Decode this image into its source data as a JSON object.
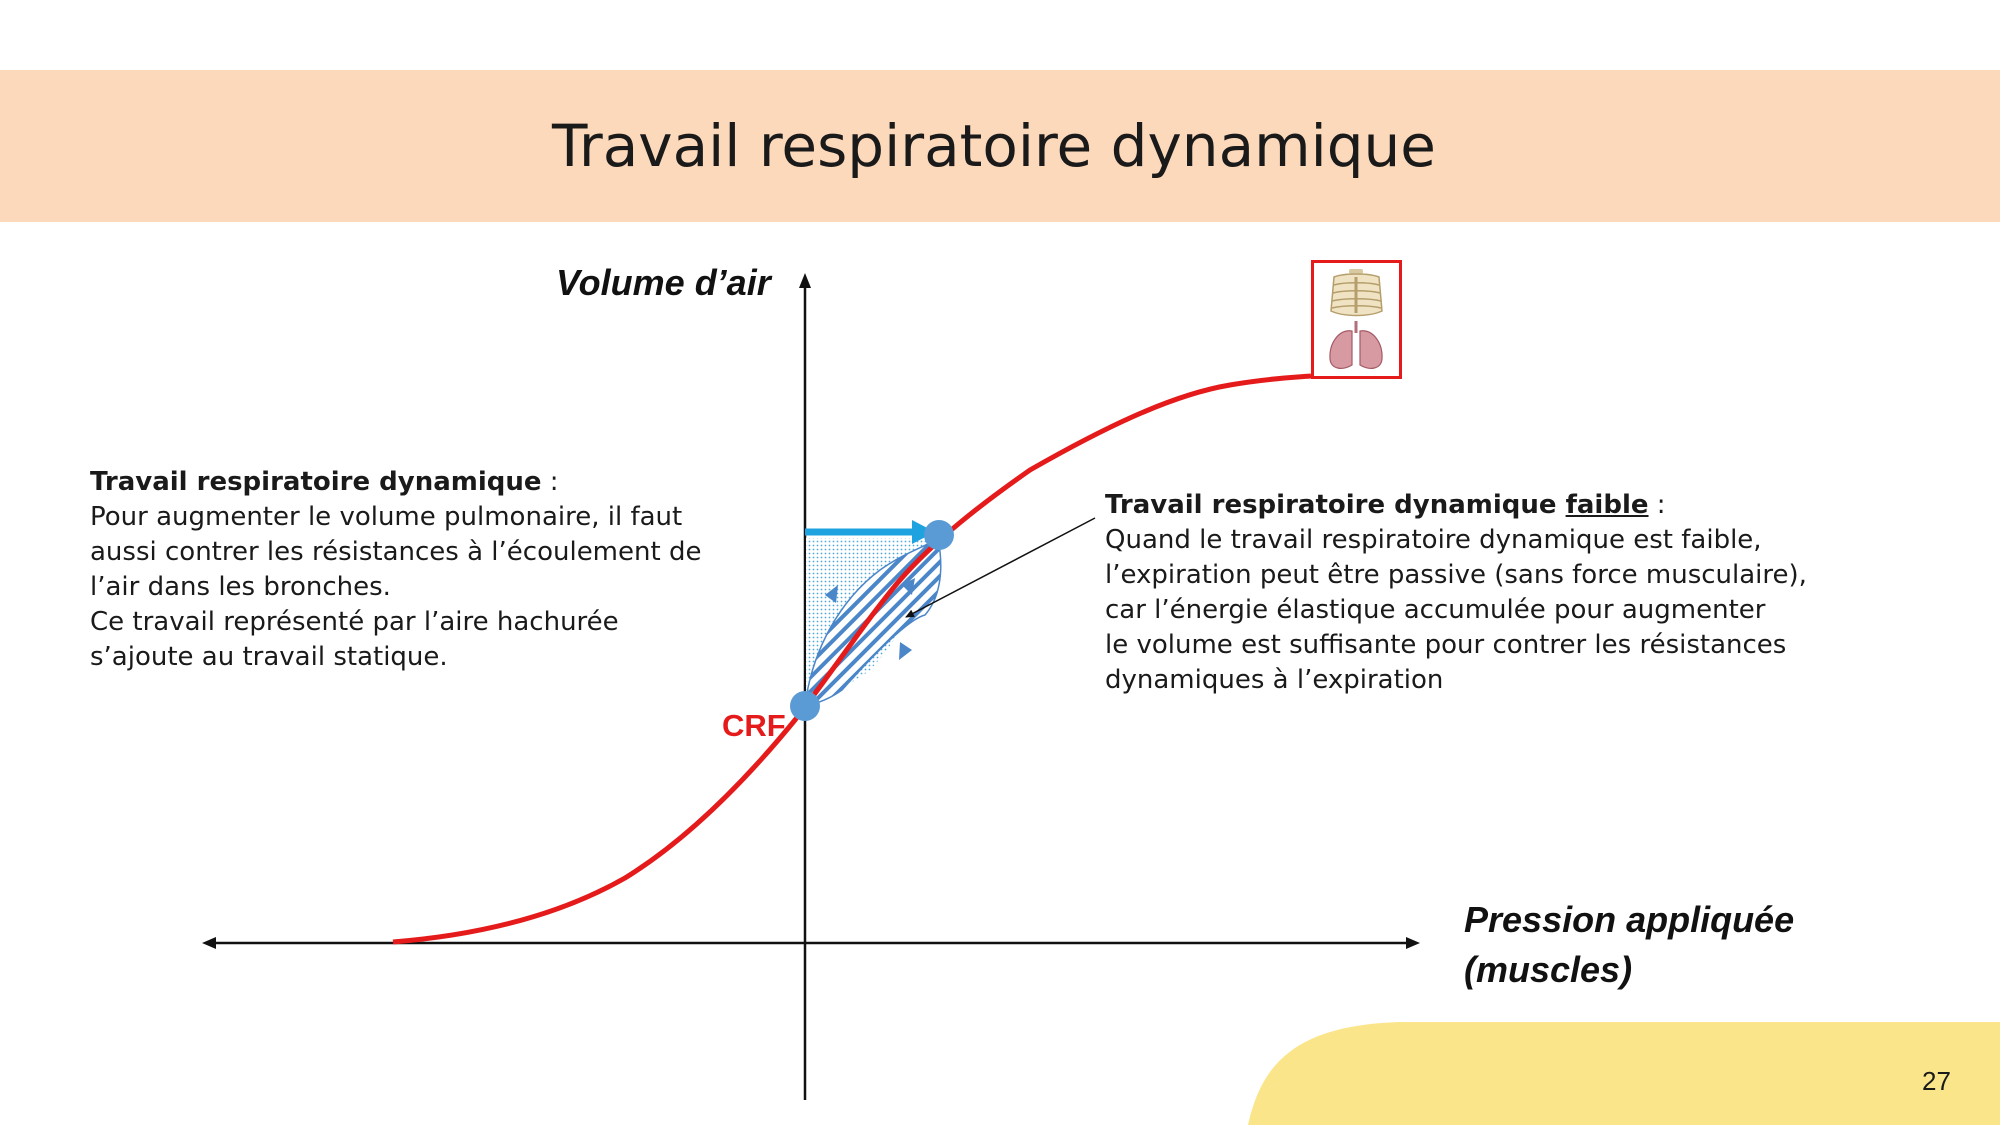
{
  "header": {
    "title": "Travail respiratoire dynamique"
  },
  "axes": {
    "y_label": "Volume d’air",
    "x_label_line1": "Pression appliquée",
    "x_label_line2": "(muscles)"
  },
  "curve": {
    "point_label": "CRF"
  },
  "left_note": {
    "heading": "Travail respiratoire dynamique",
    "heading_suffix": " :",
    "lines": [
      "Pour augmenter le volume pulmonaire, il faut",
      "aussi contrer les résistances à l’écoulement de",
      "l’air dans les bronches.",
      "Ce travail représenté par l’aire hachurée",
      "s’ajoute au travail statique."
    ]
  },
  "right_note": {
    "heading": "Travail respiratoire dynamique ",
    "heading_underlined": "faible",
    "heading_suffix": " :",
    "lines": [
      "Quand le travail respiratoire dynamique est faible,",
      "l’expiration peut être passive (sans force musculaire),",
      "car l’énergie élastique accumulée pour augmenter",
      "le volume est suffisante pour contrer les résistances",
      "dynamiques à l’expiration"
    ]
  },
  "footer": {
    "page_number": "27"
  },
  "colors": {
    "title_band": "#fdd9bc",
    "curve": "#e51b1b",
    "point": "#5b9bd5",
    "arrow": "#1fa3e0",
    "hatch": "#4a86c8",
    "corner_blob": "#fbe58a"
  },
  "icons": {
    "thumbnail": "thorax-lungs-icon"
  }
}
